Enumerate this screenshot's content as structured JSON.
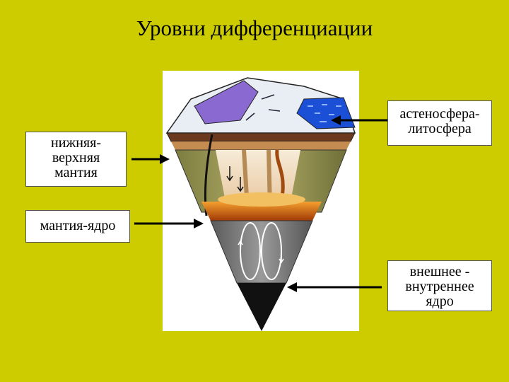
{
  "title": "Уровни дифференциации",
  "labels": {
    "upper_lower_mantle": "нижняя-\nверхняя\nмантия",
    "mantle_core": "мантия-ядро",
    "astheno_litho": "астеносфера-\nлитосфера",
    "outer_inner_core": "внешнее -\nвнутреннее\nядро"
  },
  "colors": {
    "background": "#cccc00",
    "label_box": "#ffffff",
    "mantle": "#9a9a55",
    "core": "#808080",
    "inner_core": "#111111",
    "hot_boundary": "#d0600a",
    "ocean": "#1a4fd6",
    "continent": "#8a6ad0"
  }
}
